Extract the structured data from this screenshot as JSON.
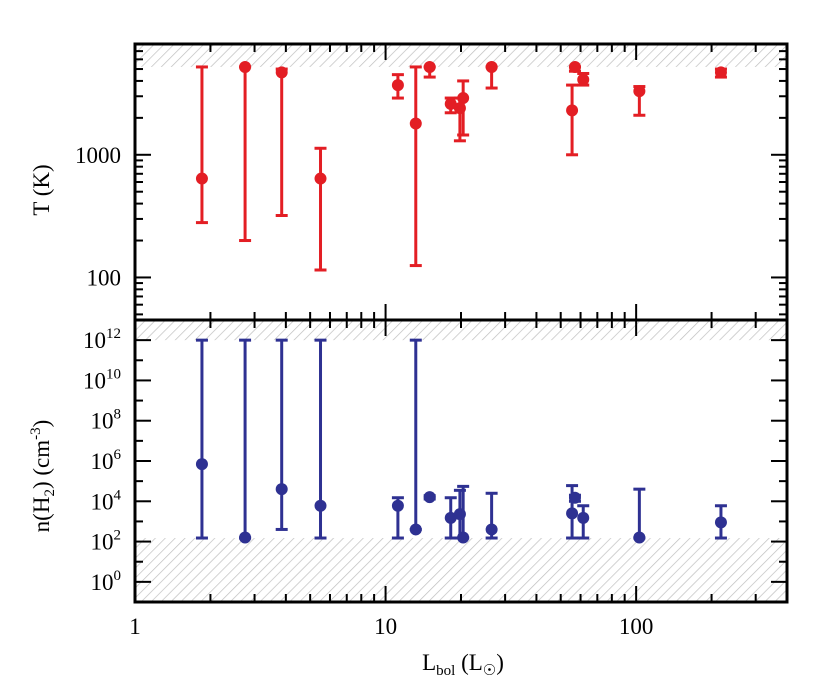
{
  "chart_data": [
    {
      "type": "scatter",
      "panel": "top",
      "ylabel": "T (K)",
      "log_x": true,
      "log_y": true,
      "xlim": [
        1,
        400
      ],
      "ylim": [
        45,
        8000
      ],
      "ytick_labels": [
        {
          "value": 100,
          "text": "100"
        },
        {
          "value": 1000,
          "text": "1000"
        }
      ],
      "shaded_regions": [
        {
          "ymin": 5200,
          "ymax": 8000
        }
      ],
      "color": "#e31e24",
      "series": [
        {
          "points": [
            {
              "x": 1.85,
              "y": 640,
              "ylow": 280,
              "yhigh": 5200
            },
            {
              "x": 2.75,
              "y": 5200,
              "ylow": 200,
              "yhigh": 5200
            },
            {
              "x": 3.85,
              "y": 4700,
              "ylow": 320,
              "yhigh": 5000
            },
            {
              "x": 5.5,
              "y": 640,
              "ylow": 115,
              "yhigh": 1130
            },
            {
              "x": 11.2,
              "y": 3700,
              "ylow": 2900,
              "yhigh": 4500
            },
            {
              "x": 13.2,
              "y": 1800,
              "ylow": 125,
              "yhigh": 5200
            },
            {
              "x": 15.0,
              "y": 5200,
              "ylow": 4300,
              "yhigh": 5200
            },
            {
              "x": 18.2,
              "y": 2600,
              "ylow": 2200,
              "yhigh": 2900
            },
            {
              "x": 19.8,
              "y": 2400,
              "ylow": 1300,
              "yhigh": 2900
            },
            {
              "x": 20.4,
              "y": 2900,
              "ylow": 1450,
              "yhigh": 4000
            },
            {
              "x": 26.5,
              "y": 5200,
              "ylow": 3500,
              "yhigh": 5200
            },
            {
              "x": 55.5,
              "y": 2300,
              "ylow": 1000,
              "yhigh": 3700
            },
            {
              "x": 57.0,
              "y": 5200,
              "ylow": 4800,
              "yhigh": 5200
            },
            {
              "x": 61.5,
              "y": 4100,
              "ylow": 3700,
              "yhigh": 4600
            },
            {
              "x": 103,
              "y": 3300,
              "ylow": 2100,
              "yhigh": 3600
            },
            {
              "x": 218,
              "y": 4700,
              "ylow": 4300,
              "yhigh": 5000
            }
          ]
        }
      ]
    },
    {
      "type": "scatter",
      "panel": "bottom",
      "xlabel": "L<sub>bol</sub> (L<sub>☉</sub>)",
      "ylabel": "n(H<sub>2</sub>) (cm<sup>-3</sup>)",
      "log_x": true,
      "log_y": true,
      "xlim": [
        1,
        400
      ],
      "ylim": [
        0.1,
        10000000000000.0
      ],
      "xtick_labels": [
        {
          "value": 1,
          "text": "1"
        },
        {
          "value": 10,
          "text": "10"
        },
        {
          "value": 100,
          "text": "100"
        }
      ],
      "ytick_labels": [
        {
          "value": 1,
          "base": "10",
          "exp": "0"
        },
        {
          "value": 100,
          "base": "10",
          "exp": "2"
        },
        {
          "value": 10000,
          "base": "10",
          "exp": "4"
        },
        {
          "value": 1000000,
          "base": "10",
          "exp": "6"
        },
        {
          "value": 100000000,
          "base": "10",
          "exp": "8"
        },
        {
          "value": 10000000000,
          "base": "10",
          "exp": "10"
        },
        {
          "value": 1000000000000,
          "base": "10",
          "exp": "12"
        }
      ],
      "shaded_regions": [
        {
          "ymin": 0.1,
          "ymax": 150
        },
        {
          "ymin": 1000000000000.0,
          "ymax": 10000000000000.0
        }
      ],
      "color": "#2e3192",
      "series": [
        {
          "points": [
            {
              "x": 1.85,
              "y": 700000,
              "ylow": 150,
              "yhigh": 1000000000000.0
            },
            {
              "x": 2.75,
              "y": 160,
              "ylow": 150,
              "yhigh": 1000000000000.0
            },
            {
              "x": 3.85,
              "y": 40000,
              "ylow": 400,
              "yhigh": 1000000000000.0
            },
            {
              "x": 5.5,
              "y": 6000,
              "ylow": 150,
              "yhigh": 1000000000000.0
            },
            {
              "x": 11.2,
              "y": 6000,
              "ylow": 150,
              "yhigh": 15000
            },
            {
              "x": 13.2,
              "y": 400,
              "ylow": 400,
              "yhigh": 1000000000000.0
            },
            {
              "x": 15.0,
              "y": 16000,
              "ylow": 13000,
              "yhigh": 19000
            },
            {
              "x": 18.2,
              "y": 1500,
              "ylow": 150,
              "yhigh": 15000
            },
            {
              "x": 19.8,
              "y": 2300,
              "ylow": 150,
              "yhigh": 35000
            },
            {
              "x": 20.4,
              "y": 160,
              "ylow": 150,
              "yhigh": 55000
            },
            {
              "x": 26.5,
              "y": 400,
              "ylow": 150,
              "yhigh": 25000
            },
            {
              "x": 55.5,
              "y": 2500,
              "ylow": 150,
              "yhigh": 60000
            },
            {
              "x": 57.0,
              "y": 15000,
              "ylow": 10000,
              "yhigh": 20000
            },
            {
              "x": 61.5,
              "y": 1500,
              "ylow": 150,
              "yhigh": 6000
            },
            {
              "x": 103,
              "y": 160,
              "ylow": 150,
              "yhigh": 40000
            },
            {
              "x": 218,
              "y": 900,
              "ylow": 150,
              "yhigh": 6000
            }
          ]
        }
      ]
    }
  ]
}
